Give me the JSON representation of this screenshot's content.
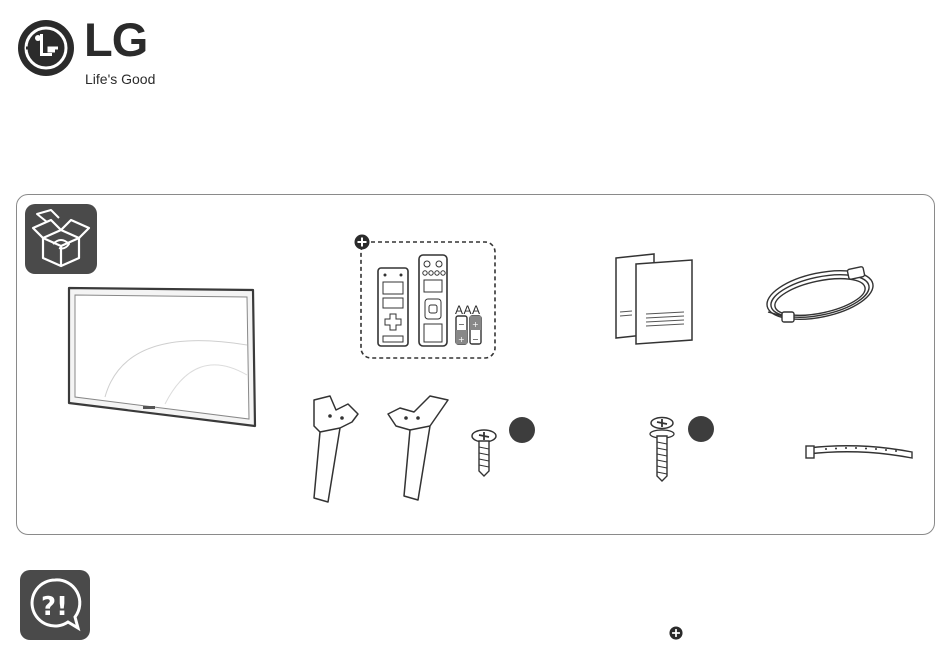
{
  "brand": {
    "name": "LG",
    "tagline": "Life's Good",
    "brand_color": "#2b2b2b"
  },
  "components": {
    "remote_batteries_label": "AAA",
    "optional_marker_icon": "plus-circle-icon",
    "items": [
      "tv-unit",
      "remote-controls-with-batteries",
      "owners-manual",
      "power-cord",
      "stand-legs",
      "stand-screws",
      "wall-mount-screws",
      "cable-holder"
    ]
  },
  "sections": {
    "components_icon": "open-box-icon",
    "help_icon": "question-exclamation-bubble-icon"
  }
}
